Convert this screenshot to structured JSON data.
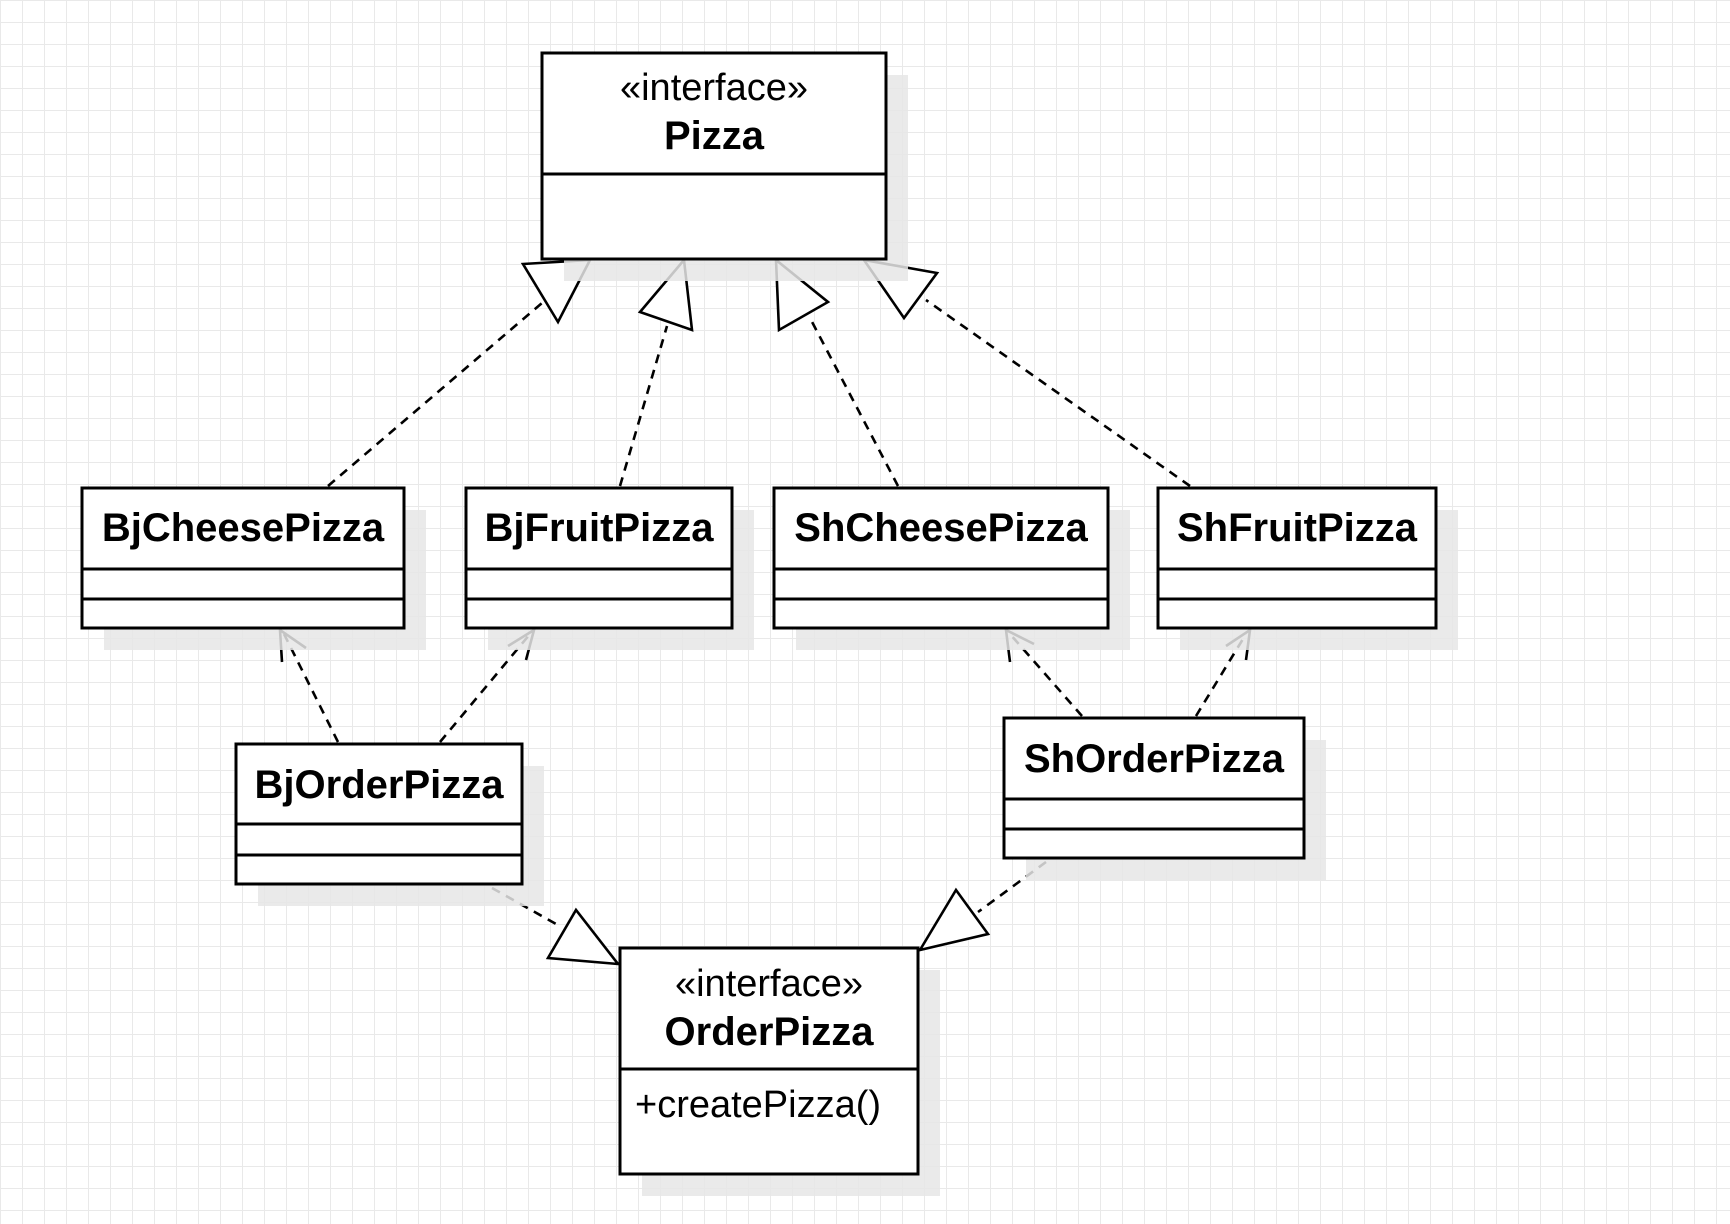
{
  "diagram": {
    "classes": {
      "pizza": {
        "stereotype": "«interface»",
        "name": "Pizza"
      },
      "bj_cheese": {
        "name": "BjCheesePizza"
      },
      "bj_fruit": {
        "name": "BjFruitPizza"
      },
      "sh_cheese": {
        "name": "ShCheesePizza"
      },
      "sh_fruit": {
        "name": "ShFruitPizza"
      },
      "bj_order": {
        "name": "BjOrderPizza"
      },
      "sh_order": {
        "name": "ShOrderPizza"
      },
      "order_pizza": {
        "stereotype": "«interface»",
        "name": "OrderPizza",
        "member": "+createPizza()"
      }
    },
    "relations": [
      {
        "type": "realization",
        "from": "BjCheesePizza",
        "to": "Pizza"
      },
      {
        "type": "realization",
        "from": "BjFruitPizza",
        "to": "Pizza"
      },
      {
        "type": "realization",
        "from": "ShCheesePizza",
        "to": "Pizza"
      },
      {
        "type": "realization",
        "from": "ShFruitPizza",
        "to": "Pizza"
      },
      {
        "type": "dependency",
        "from": "BjOrderPizza",
        "to": "BjCheesePizza"
      },
      {
        "type": "dependency",
        "from": "BjOrderPizza",
        "to": "BjFruitPizza"
      },
      {
        "type": "dependency",
        "from": "ShOrderPizza",
        "to": "ShCheesePizza"
      },
      {
        "type": "dependency",
        "from": "ShOrderPizza",
        "to": "ShFruitPizza"
      },
      {
        "type": "realization",
        "from": "BjOrderPizza",
        "to": "OrderPizza"
      },
      {
        "type": "realization",
        "from": "ShOrderPizza",
        "to": "OrderPizza"
      }
    ]
  }
}
